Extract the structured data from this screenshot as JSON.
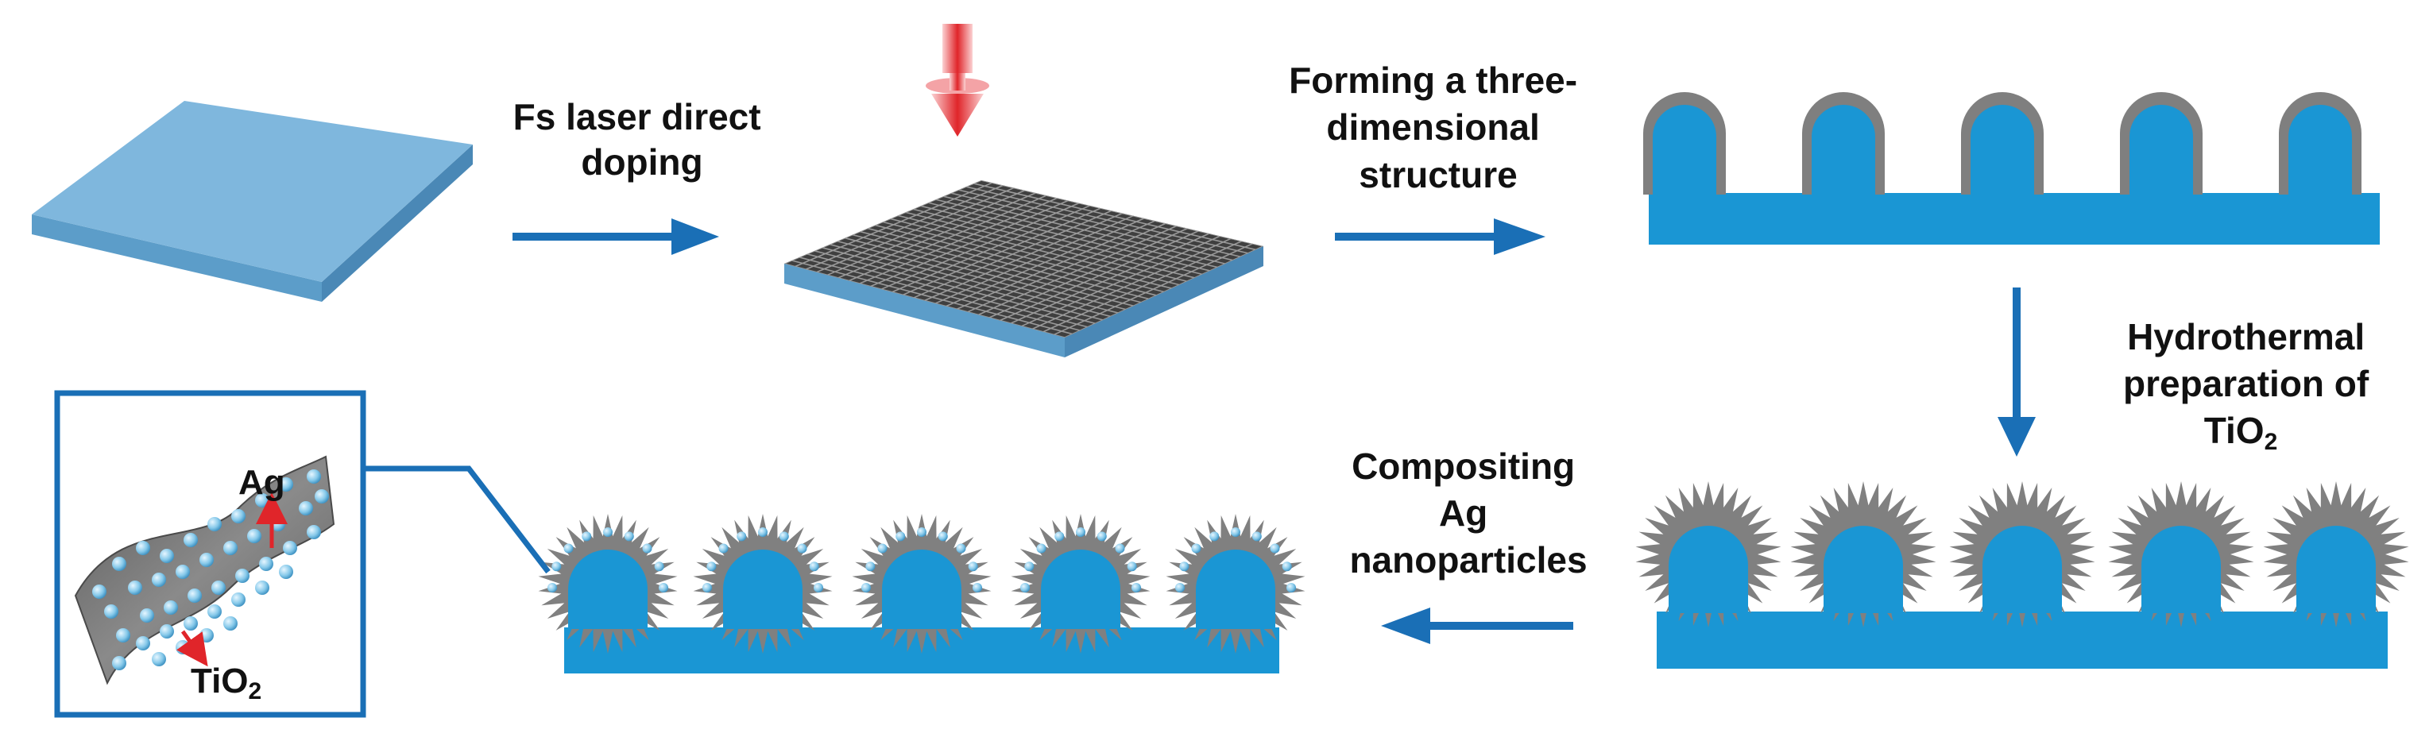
{
  "labels": {
    "step1": [
      "Fs laser direct",
      "doping"
    ],
    "step2": [
      "Forming a three-",
      "dimensional",
      "structure"
    ],
    "step3_line1": "Hydrothermal",
    "step3_line2": "preparation of",
    "step3_tio2": "TiO",
    "step3_sub": "2",
    "step4": [
      "Compositing",
      "Ag",
      "nanoparticles"
    ],
    "inset_ag": "Ag",
    "inset_tio2": "TiO",
    "inset_sub": "2"
  },
  "colors": {
    "substrate_blue": "#1a96d4",
    "slab_top": "#7fb7dd",
    "slab_front": "#5c9dc9",
    "slab_side": "#4a88b6",
    "arrow_blue": "#1a6fb6",
    "shell_gray": "#7f7f7f",
    "spike_gray": "#808080",
    "laser_red": "#e0252a",
    "particle_blue": "#7fc3e6"
  },
  "icons": {
    "laser": "laser-beam-icon",
    "arrow": "process-arrow-icon"
  }
}
